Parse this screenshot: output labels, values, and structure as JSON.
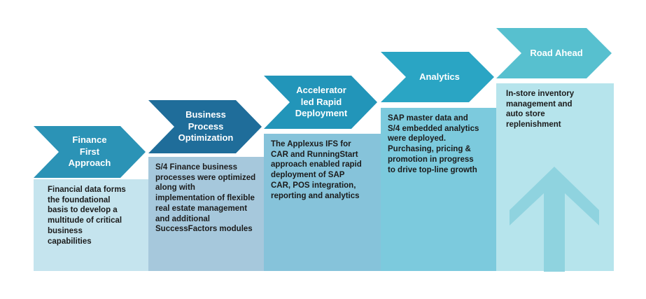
{
  "steps": [
    {
      "title_lines": [
        "Finance",
        "First",
        "Approach"
      ],
      "body_lines": [
        "Financial data forms",
        "the foundational",
        "basis to develop a",
        "multitude of critical",
        "business",
        "capabilities"
      ],
      "chevron_color": "#2b93b6",
      "panel_color": "#c5e4ee"
    },
    {
      "title_lines": [
        "Business",
        "Process",
        "Optimization"
      ],
      "body_lines": [
        "S/4 Finance business",
        "processes were optimized",
        "along with",
        "implementation of flexible",
        "real estate management",
        "and additional",
        "SuccessFactors modules"
      ],
      "chevron_color": "#1f6d9a",
      "panel_color": "#a6c8dc"
    },
    {
      "title_lines": [
        "Accelerator",
        "led Rapid",
        "Deployment"
      ],
      "body_lines": [
        "The Applexus IFS for",
        "CAR and RunningStart",
        "approach enabled rapid",
        "deployment of SAP",
        "CAR, POS integration,",
        "reporting and analytics"
      ],
      "chevron_color": "#2295b9",
      "panel_color": "#86c3da"
    },
    {
      "title_lines": [
        "Analytics"
      ],
      "body_lines": [
        "SAP master data and",
        "S/4 embedded analytics",
        "were deployed.",
        "Purchasing, pricing &",
        "promotion in progress",
        "to drive top-line growth"
      ],
      "chevron_color": "#2aa5c4",
      "panel_color": "#7ccadd"
    },
    {
      "title_lines": [
        "Road Ahead"
      ],
      "body_lines": [
        "In-store inventory",
        "management and",
        "auto store",
        "replenishment"
      ],
      "chevron_color": "#57c0cf",
      "panel_color": "#b6e4ec"
    }
  ],
  "up_arrow_icon": "up-arrow-icon",
  "up_arrow_color": "#8fd3df"
}
